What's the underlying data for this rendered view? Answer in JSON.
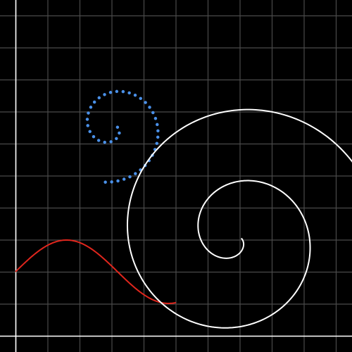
{
  "colors": {
    "background": "#000000",
    "grid": "#4a4a4a",
    "axis": "#ffffff",
    "dotted_spiral": "#4a90e8",
    "sine_curve": "#e0261d",
    "white_spiral": "#ffffff"
  },
  "grid": {
    "visible": true,
    "divisions": 11
  },
  "shapes": [
    {
      "name": "dotted-spiral",
      "kind": "spiral",
      "style": "dotted",
      "color_key": "dotted_spiral"
    },
    {
      "name": "sine-curve",
      "kind": "sine",
      "style": "solid",
      "color_key": "sine_curve"
    },
    {
      "name": "white-spiral",
      "kind": "spiral",
      "style": "solid",
      "color_key": "white_spiral"
    }
  ]
}
